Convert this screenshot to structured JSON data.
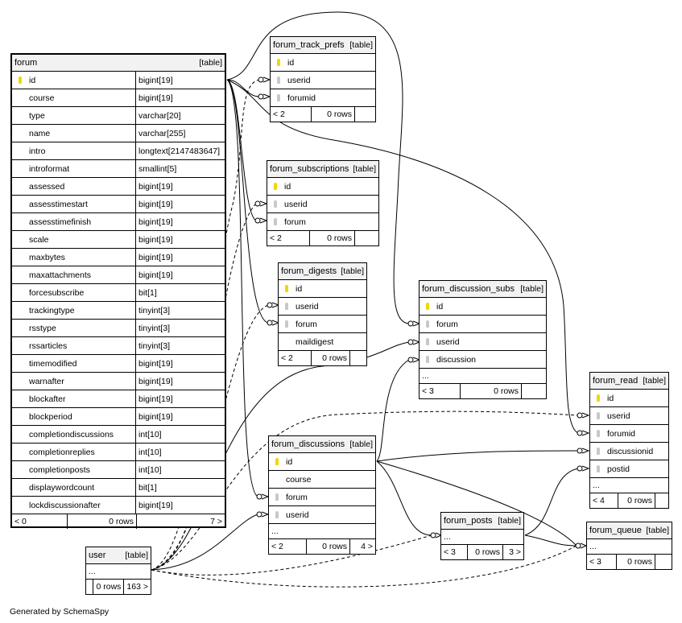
{
  "tables": {
    "forum": {
      "name": "forum",
      "tag": "[table]",
      "columns": [
        {
          "name": "id",
          "type": "bigint[19]",
          "key": "pk"
        },
        {
          "name": "course",
          "type": "bigint[19]"
        },
        {
          "name": "type",
          "type": "varchar[20]"
        },
        {
          "name": "name",
          "type": "varchar[255]"
        },
        {
          "name": "intro",
          "type": "longtext[2147483647]"
        },
        {
          "name": "introformat",
          "type": "smallint[5]"
        },
        {
          "name": "assessed",
          "type": "bigint[19]"
        },
        {
          "name": "assesstimestart",
          "type": "bigint[19]"
        },
        {
          "name": "assesstimefinish",
          "type": "bigint[19]"
        },
        {
          "name": "scale",
          "type": "bigint[19]"
        },
        {
          "name": "maxbytes",
          "type": "bigint[19]"
        },
        {
          "name": "maxattachments",
          "type": "bigint[19]"
        },
        {
          "name": "forcesubscribe",
          "type": "bit[1]"
        },
        {
          "name": "trackingtype",
          "type": "tinyint[3]"
        },
        {
          "name": "rsstype",
          "type": "tinyint[3]"
        },
        {
          "name": "rssarticles",
          "type": "tinyint[3]"
        },
        {
          "name": "timemodified",
          "type": "bigint[19]"
        },
        {
          "name": "warnafter",
          "type": "bigint[19]"
        },
        {
          "name": "blockafter",
          "type": "bigint[19]"
        },
        {
          "name": "blockperiod",
          "type": "bigint[19]"
        },
        {
          "name": "completiondiscussions",
          "type": "int[10]"
        },
        {
          "name": "completionreplies",
          "type": "int[10]"
        },
        {
          "name": "completionposts",
          "type": "int[10]"
        },
        {
          "name": "displaywordcount",
          "type": "bit[1]"
        },
        {
          "name": "lockdiscussionafter",
          "type": "bigint[19]"
        }
      ],
      "footer": {
        "parents": "< 0",
        "rows": "0 rows",
        "children": "7 >"
      }
    },
    "forum_track_prefs": {
      "name": "forum_track_prefs",
      "tag": "[table]",
      "columns": [
        {
          "name": "id",
          "key": "pk"
        },
        {
          "name": "userid",
          "key": "fk"
        },
        {
          "name": "forumid",
          "key": "fk"
        }
      ],
      "footer": {
        "parents": "< 2",
        "rows": "0 rows",
        "children": ""
      }
    },
    "forum_subscriptions": {
      "name": "forum_subscriptions",
      "tag": "[table]",
      "columns": [
        {
          "name": "id",
          "key": "pk"
        },
        {
          "name": "userid",
          "key": "fk"
        },
        {
          "name": "forum",
          "key": "fk"
        }
      ],
      "footer": {
        "parents": "< 2",
        "rows": "0 rows",
        "children": ""
      }
    },
    "forum_digests": {
      "name": "forum_digests",
      "tag": "[table]",
      "columns": [
        {
          "name": "id",
          "key": "pk"
        },
        {
          "name": "userid",
          "key": "fk"
        },
        {
          "name": "forum",
          "key": "fk"
        },
        {
          "name": "maildigest"
        }
      ],
      "footer": {
        "parents": "< 2",
        "rows": "0 rows",
        "children": ""
      }
    },
    "forum_discussion_subs": {
      "name": "forum_discussion_subs",
      "tag": "[table]",
      "columns": [
        {
          "name": "id",
          "key": "pk"
        },
        {
          "name": "forum",
          "key": "fk"
        },
        {
          "name": "userid",
          "key": "fk"
        },
        {
          "name": "discussion",
          "key": "fk"
        }
      ],
      "more": "...",
      "footer": {
        "parents": "< 3",
        "rows": "0 rows",
        "children": ""
      }
    },
    "forum_read": {
      "name": "forum_read",
      "tag": "[table]",
      "columns": [
        {
          "name": "id",
          "key": "pk"
        },
        {
          "name": "userid",
          "key": "fk"
        },
        {
          "name": "forumid",
          "key": "fk"
        },
        {
          "name": "discussionid",
          "key": "fk"
        },
        {
          "name": "postid",
          "key": "fk"
        }
      ],
      "more": "...",
      "footer": {
        "parents": "< 4",
        "rows": "0 rows",
        "children": ""
      }
    },
    "forum_discussions": {
      "name": "forum_discussions",
      "tag": "[table]",
      "columns": [
        {
          "name": "id",
          "key": "pk"
        },
        {
          "name": "course"
        },
        {
          "name": "forum",
          "key": "fk"
        },
        {
          "name": "userid",
          "key": "fk"
        }
      ],
      "more": "...",
      "footer": {
        "parents": "< 2",
        "rows": "0 rows",
        "children": "4 >"
      }
    },
    "forum_posts": {
      "name": "forum_posts",
      "tag": "[table]",
      "more": "...",
      "footer": {
        "parents": "< 3",
        "rows": "0 rows",
        "children": "3 >"
      }
    },
    "forum_queue": {
      "name": "forum_queue",
      "tag": "[table]",
      "more": "...",
      "footer": {
        "parents": "< 3",
        "rows": "0 rows",
        "children": ""
      }
    },
    "user": {
      "name": "user",
      "tag": "[table]",
      "more": "...",
      "footer": {
        "parents": "",
        "rows": "0 rows",
        "children": "163 >"
      }
    }
  },
  "footer_note": "Generated by SchemaSpy"
}
